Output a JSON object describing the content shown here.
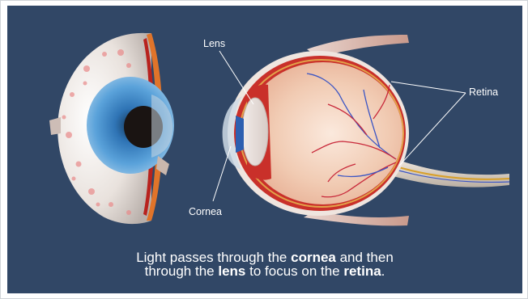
{
  "labels": {
    "lens": "Lens",
    "retina": "Retina",
    "cornea": "Cornea"
  },
  "caption": {
    "line1_a": "Light passes through the ",
    "line1_b": "cornea",
    "line1_c": " and then",
    "line2_a": "through the ",
    "line2_b": "lens",
    "line2_c": " to focus on the ",
    "line2_d": "retina",
    "line2_e": "."
  },
  "colors": {
    "background": "#314766",
    "text": "#ffffff",
    "leader_lines": "#ffffff",
    "sclera": "#ece6e2",
    "iris": "#3f86c4",
    "pupil": "#1a1412",
    "choroid": "#c9302a",
    "vitreous": "#f4d3c0",
    "vessels_artery": "#c8283a",
    "vessels_vein": "#3b55c4"
  },
  "icons": {
    "left_figure": "eyeball-front-cutaway-illustration",
    "right_figure": "eyeball-sagittal-section-illustration"
  }
}
